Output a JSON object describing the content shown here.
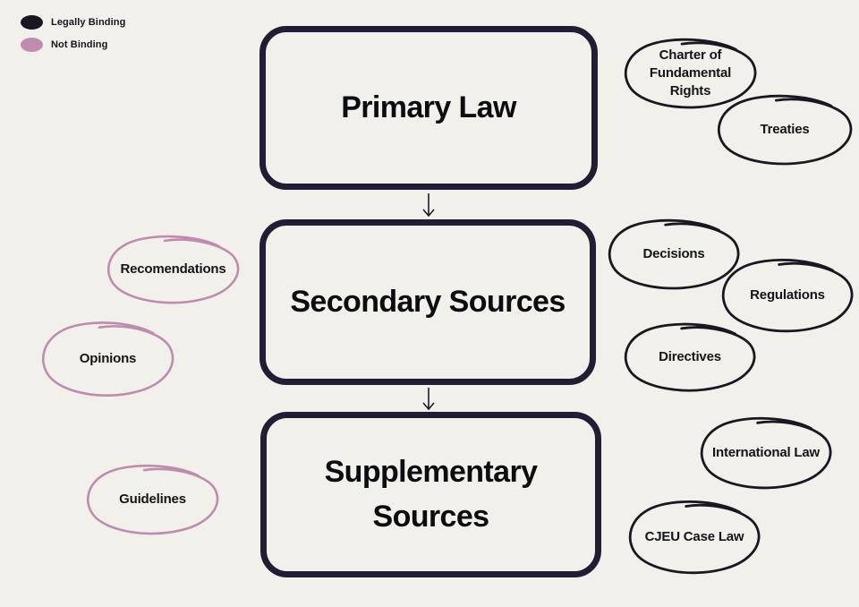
{
  "legend": {
    "items": [
      {
        "id": "legally-binding",
        "label": "Legally Binding",
        "color": "#1a1721"
      },
      {
        "id": "not-binding",
        "label": "Not Binding",
        "color": "#bf8bae"
      }
    ]
  },
  "nodes": {
    "primary": {
      "label": "Primary Law"
    },
    "secondary": {
      "label": "Secondary Sources"
    },
    "supplementary": {
      "label": "Supplementary Sources"
    }
  },
  "bubbles": {
    "charter": {
      "label": "Charter of Fundamental Rights",
      "binding": "legally-binding"
    },
    "treaties": {
      "label": "Treaties",
      "binding": "legally-binding"
    },
    "decisions": {
      "label": "Decisions",
      "binding": "legally-binding"
    },
    "regulations": {
      "label": "Regulations",
      "binding": "legally-binding"
    },
    "directives": {
      "label": "Directives",
      "binding": "legally-binding"
    },
    "international_law": {
      "label": "International Law",
      "binding": "legally-binding"
    },
    "cjeu_case_law": {
      "label": "CJEU Case Law",
      "binding": "legally-binding"
    },
    "recomendations": {
      "label": "Recomendations",
      "binding": "not-binding"
    },
    "opinions": {
      "label": "Opinions",
      "binding": "not-binding"
    },
    "guidelines": {
      "label": "Guidelines",
      "binding": "not-binding"
    }
  },
  "colors": {
    "background": "#f2f0ea",
    "box_border": "#221d35",
    "binding_stroke": "#1a1721",
    "not_binding_stroke": "#bf8bae",
    "text": "#101014"
  }
}
